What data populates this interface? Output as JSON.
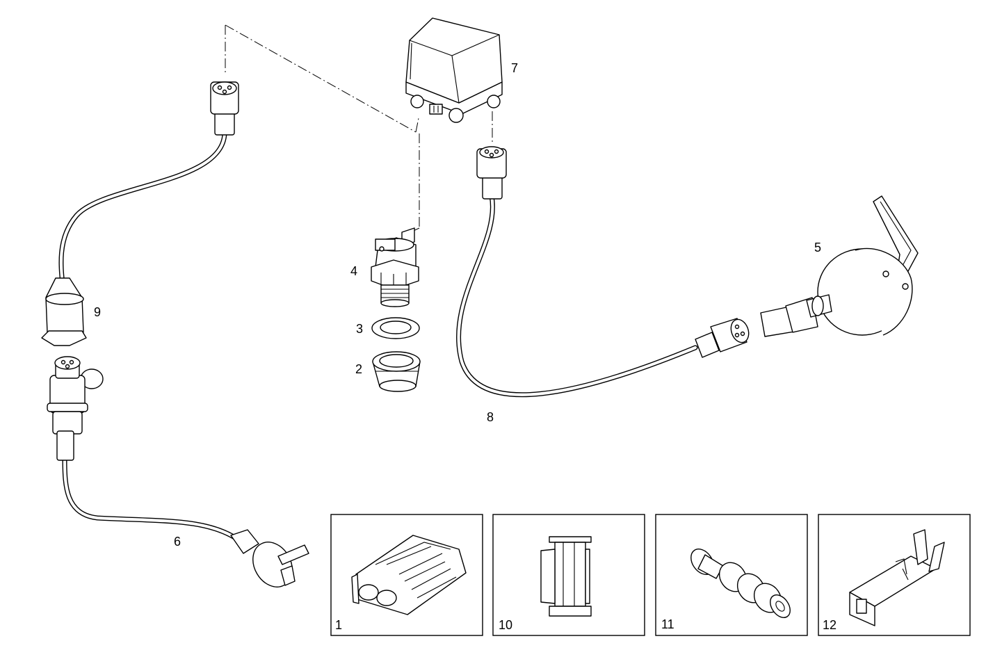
{
  "callouts": {
    "c1": "1",
    "c2": "2",
    "c3": "3",
    "c4": "4",
    "c5": "5",
    "c6": "6",
    "c7": "7",
    "c8": "8",
    "c9": "9",
    "c10": "10",
    "c11": "11",
    "c12": "12"
  },
  "icons": {
    "relay": "relay-box-icon",
    "sensor": "thermo-switch-icon",
    "washer": "seal-ring-icon",
    "nut": "adapter-nut-icon",
    "actuator": "vacuum-actuator-icon",
    "connector_1": "two-pin-connector-icon",
    "clip_10": "retaining-clip-icon",
    "seal_11": "wire-seal-icon",
    "terminal_12": "crimp-terminal-icon"
  },
  "colors": {
    "line": "#000000",
    "background": "#ffffff"
  }
}
